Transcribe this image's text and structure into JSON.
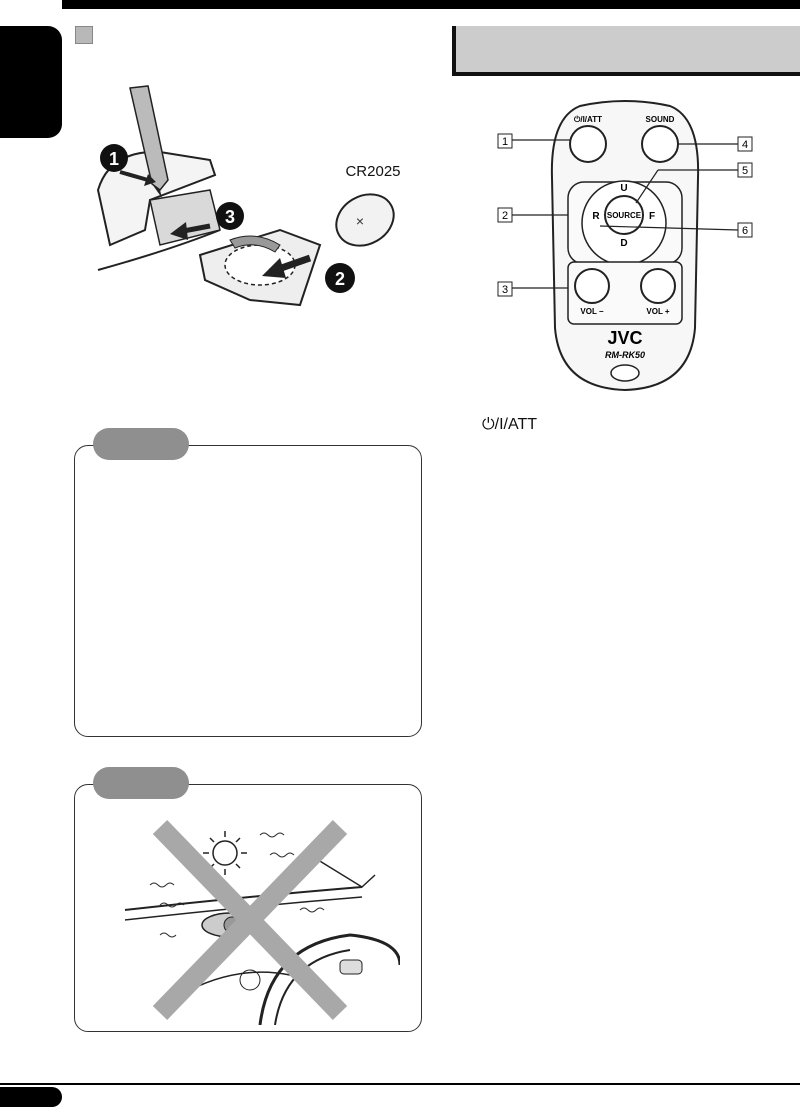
{
  "battery": {
    "type_label": "CR2025",
    "steps": [
      "❶",
      "❷",
      "❸"
    ]
  },
  "remote": {
    "brand": "JVC",
    "model": "RM-RK50",
    "buttons": {
      "power_att": "⏻/I/ATT",
      "sound": "SOUND",
      "source": "SOURCE",
      "up": "U",
      "down": "D",
      "left": "R",
      "right": "F",
      "vol_minus": "VOL −",
      "vol_plus": "VOL +"
    },
    "callouts": [
      "1",
      "2",
      "3",
      "4",
      "5",
      "6"
    ]
  },
  "text": {
    "att_label": "⏻/I/ATT"
  }
}
